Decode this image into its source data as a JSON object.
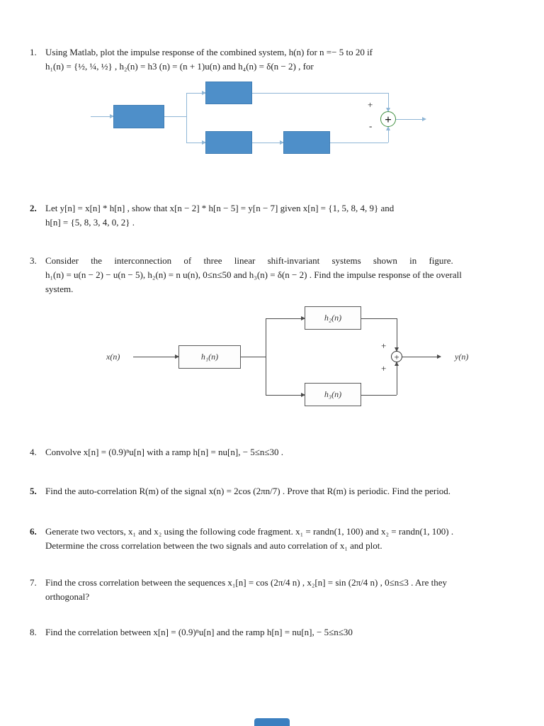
{
  "problems": [
    {
      "num": "1.",
      "lines": [
        "Using Matlab, plot the impulse response of the combined system,  h(n)  for  n =− 5  to  20  if",
        "h₁(n) = {½, ¼, ½} ,   h₂(n) = h3 (n) = (n + 1)u(n)  and     h₄(n) = δ(n − 2) ,  for"
      ]
    },
    {
      "num": "2.",
      "lines": [
        "Let y[n] = x[n] * h[n] , show that  x[n − 2] * h[n − 5] = y[n − 7]  given x[n] = {1, 5, 8, 4, 9}  and",
        "h[n] = {5, 8, 3, 4, 0, 2} ."
      ]
    },
    {
      "num": "3.",
      "lines": [
        "Consider the interconnection of three linear shift-invariant systems shown in figure.",
        "h₁(n) = u(n − 2) − u(n − 5), h₂(n) = n u(n), 0≤n≤50 and h₃(n) = δ(n − 2) . Find the impulse response of the overall",
        "system."
      ]
    },
    {
      "num": "4.",
      "lines": [
        "Convolve  x[n] = (0.9)ⁿu[n]  with a ramp  h[n] = nu[n], − 5≤n≤30 ."
      ]
    },
    {
      "num": "5.",
      "lines": [
        "Find the auto-correlation  R(m)  of the signal  x(n) = 2cos (2πn/7) . Prove that  R(m)  is periodic. Find the period."
      ]
    },
    {
      "num": "6.",
      "lines": [
        "Generate two vectors, x₁ and x₂ using the following code fragment.  x₁ = randn(1, 100)  and x₂ = randn(1, 100) .",
        "Determine the cross correlation between the two signals and auto correlation of x₁ and plot."
      ]
    },
    {
      "num": "7.",
      "lines": [
        "Find the cross correlation between the sequences  x₁[n] = cos (2π/4 n) ,  x₂[n] = sin (2π/4 n) ,  0≤n≤3 . Are they",
        "orthogonal?"
      ]
    },
    {
      "num": "8.",
      "lines": [
        "Find the correlation between  x[n] = (0.9)ⁿu[n]  and the ramp  h[n] = nu[n], − 5≤n≤30"
      ]
    }
  ],
  "diagram1": {
    "sum_symbol": "+",
    "plus_label": "+",
    "minus_label": "-"
  },
  "diagram2": {
    "input_label": "x(n)",
    "output_label": "y(n)",
    "h1_label": "h₁(n)",
    "h2_label": "h₂(n)",
    "h3_label": "h₃(n)",
    "sum_symbol": "+",
    "plus_top": "+",
    "plus_bottom": "+"
  },
  "colors": {
    "block_blue": "#4e8fc9",
    "connector_blue": "#8fb6d6",
    "sum_circle_green": "#3f8f3f",
    "diagram_line": "#4a4a4a",
    "bottom_pill_blue": "#3b7fc0"
  }
}
